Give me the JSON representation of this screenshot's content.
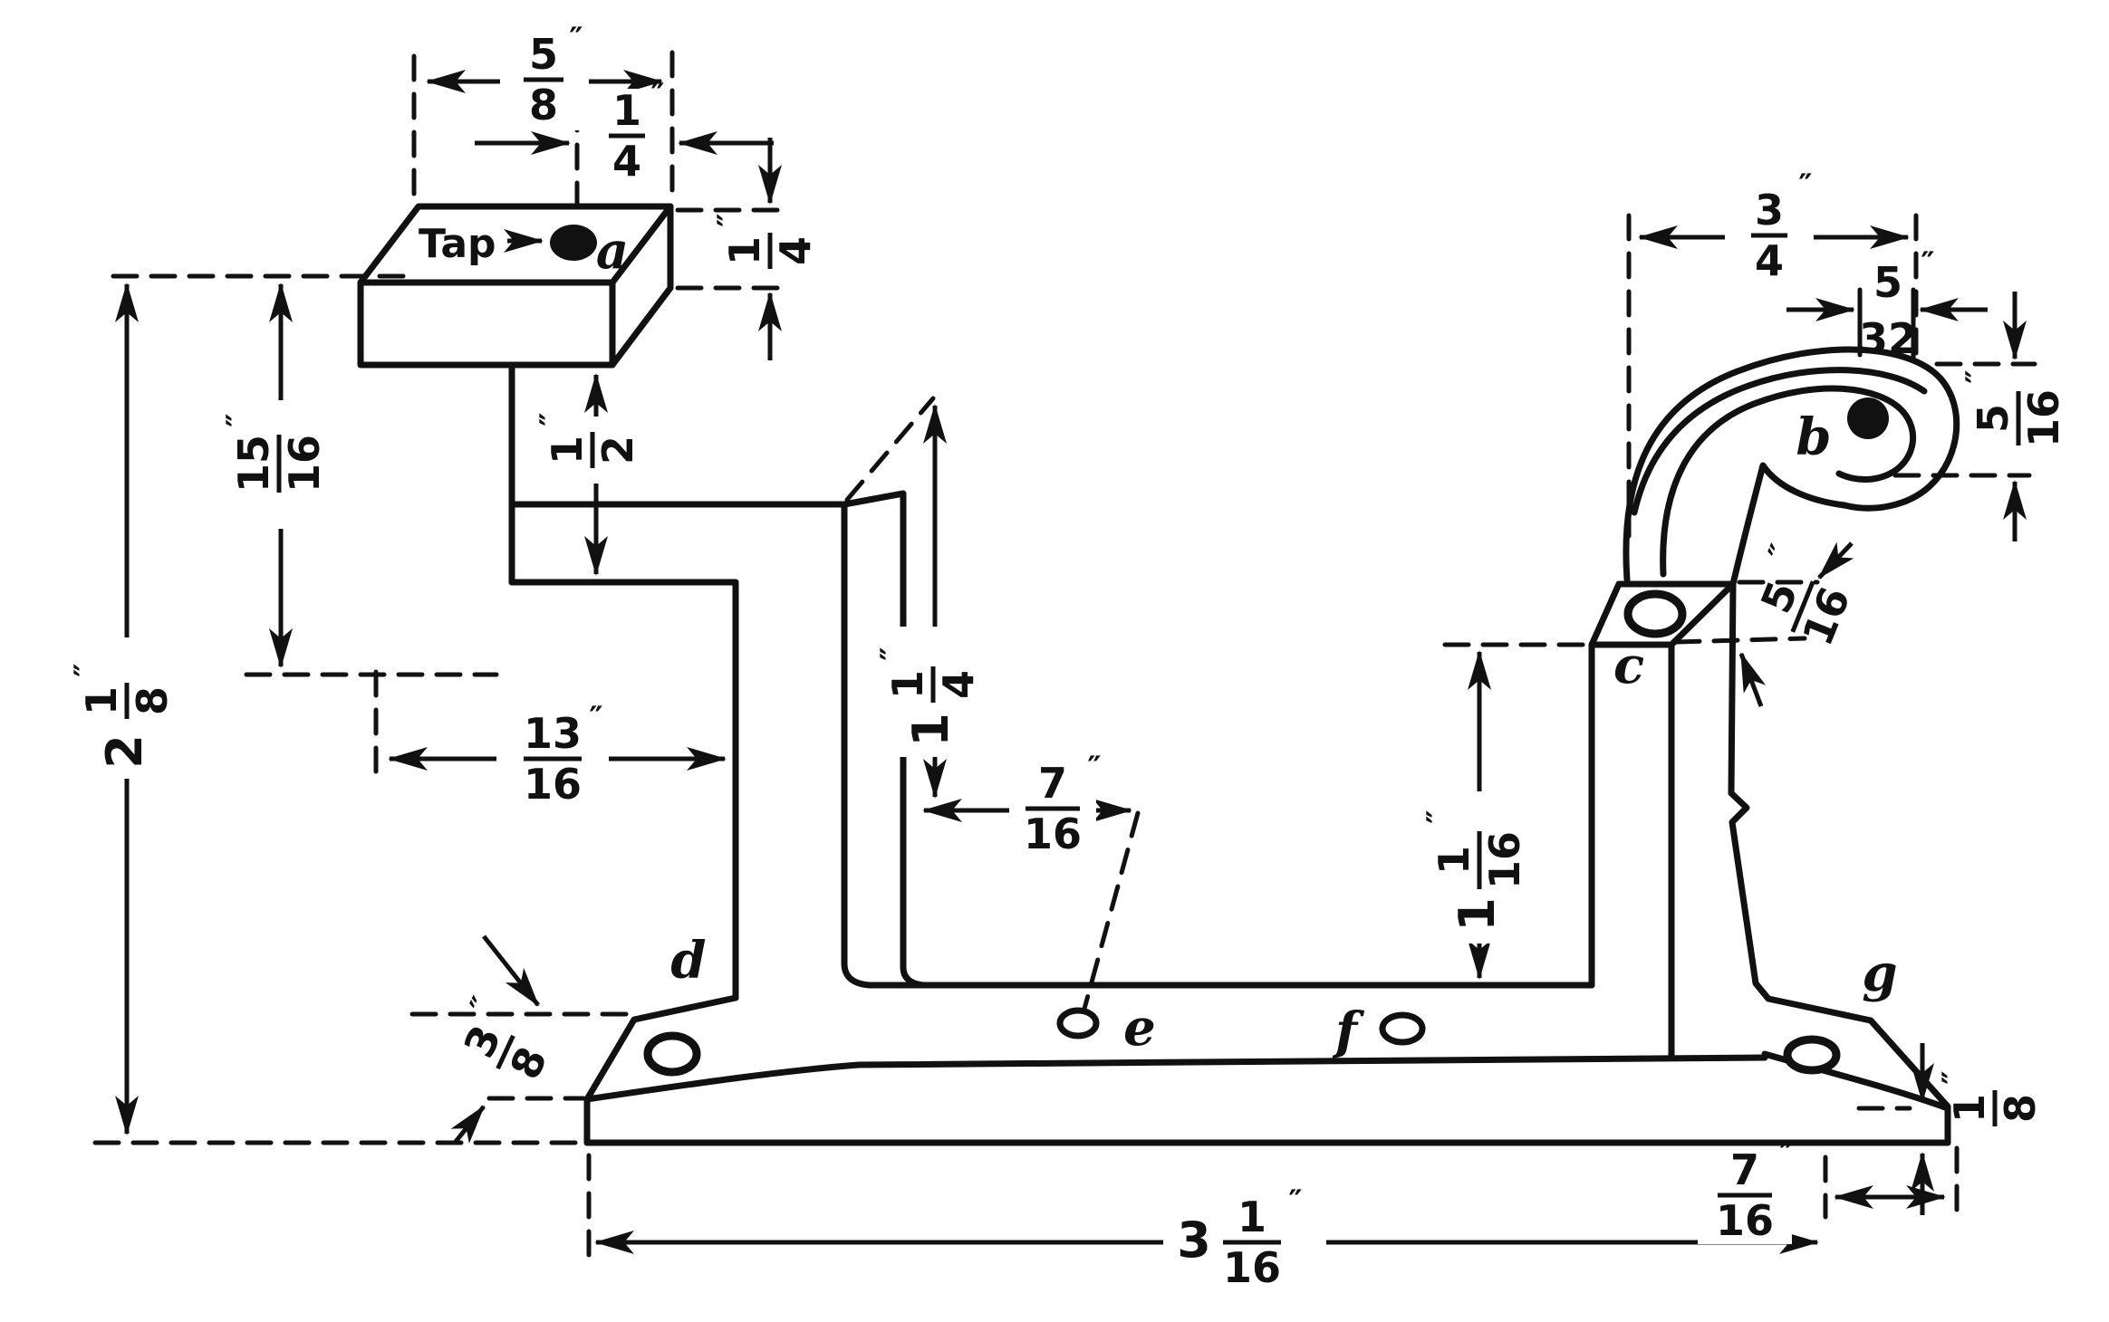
{
  "drawing": {
    "annotations": {
      "tap_label": "Tap"
    },
    "hole_labels": {
      "a": "a",
      "b": "b",
      "c": "c",
      "d": "d",
      "e": "e",
      "f": "f",
      "g": "g"
    },
    "dimensions": {
      "pad_width": {
        "whole": "",
        "num": "5",
        "den": "8",
        "prime": "″"
      },
      "pad_hole_offset": {
        "whole": "",
        "num": "1",
        "den": "4",
        "prime": "″"
      },
      "pad_thickness": {
        "whole": "",
        "num": "1",
        "den": "4",
        "prime": "″"
      },
      "upper_height": {
        "whole": "",
        "num": "15",
        "den": "16",
        "prime": "″"
      },
      "total_height": {
        "whole": "2",
        "num": "1",
        "den": "8",
        "prime": "″"
      },
      "notch_depth": {
        "whole": "",
        "num": "1",
        "den": "2",
        "prime": "″"
      },
      "pad_overhang": {
        "whole": "",
        "num": "13",
        "den": "16",
        "prime": "″"
      },
      "corner_height": {
        "whole": "1",
        "num": "1",
        "den": "4",
        "prime": "″"
      },
      "hole_e_offset": {
        "whole": "",
        "num": "7",
        "den": "16",
        "prime": "″"
      },
      "column_height": {
        "whole": "1",
        "num": "1",
        "den": "16",
        "prime": "″"
      },
      "hook_width": {
        "whole": "",
        "num": "3",
        "den": "4",
        "prime": "″"
      },
      "lip_width": {
        "whole": "",
        "num": "5",
        "den": "32",
        "prime": "″"
      },
      "hook_drop": {
        "whole": "",
        "num": "5",
        "den": "16",
        "prime": "″"
      },
      "shoulder_drop": {
        "whole": "",
        "num": "5",
        "den": "16",
        "prime": "″"
      },
      "foot_thickness": {
        "whole": "",
        "num": "3",
        "den": "8",
        "prime": "″"
      },
      "base_lip": {
        "whole": "",
        "num": "1",
        "den": "8",
        "prime": "″"
      },
      "foot_extension": {
        "whole": "",
        "num": "7",
        "den": "16",
        "prime": "″"
      },
      "base_length": {
        "whole": "3",
        "num": "1",
        "den": "16",
        "prime": "″"
      }
    }
  }
}
